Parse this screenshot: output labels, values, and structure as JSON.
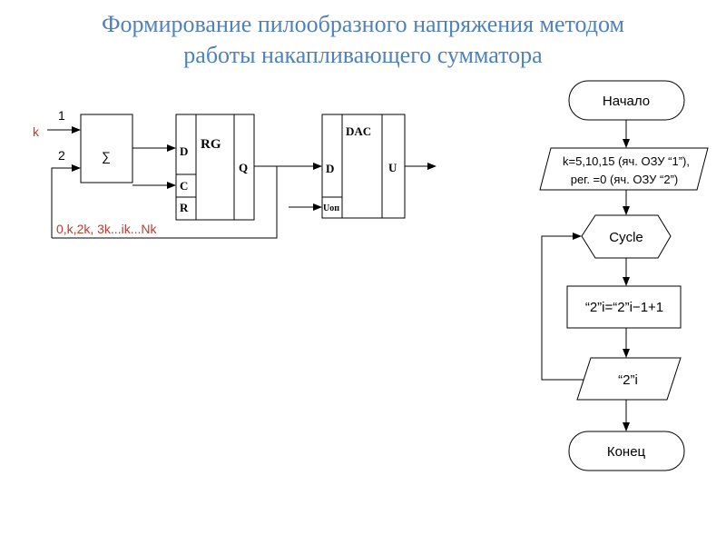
{
  "title": {
    "line1": "Формирование пилообразного напряжения методом",
    "line2": "работы накапливающего сумматора"
  },
  "circuit": {
    "input_k": "k",
    "input_1": "1",
    "input_2": "2",
    "sum_symbol": "∑",
    "rg_label": "RG",
    "rg_d": "D",
    "rg_c": "C",
    "rg_r": "R",
    "rg_q": "Q",
    "dac_label": "DAC",
    "dac_d": "D",
    "dac_u": "U",
    "dac_uop": "Uоп",
    "sequence": "0,k,2k, 3k...ik...Nk"
  },
  "flowchart": {
    "start": "Начало",
    "init_line1": "k=5,10,15  (яч. ОЗУ “1”),",
    "init_line2": "рег. =0 (яч. ОЗУ “2”)",
    "cycle": "Cycle",
    "process": "“2”i=“2”i−1+1",
    "output": "“2”i",
    "end": "Конец"
  }
}
